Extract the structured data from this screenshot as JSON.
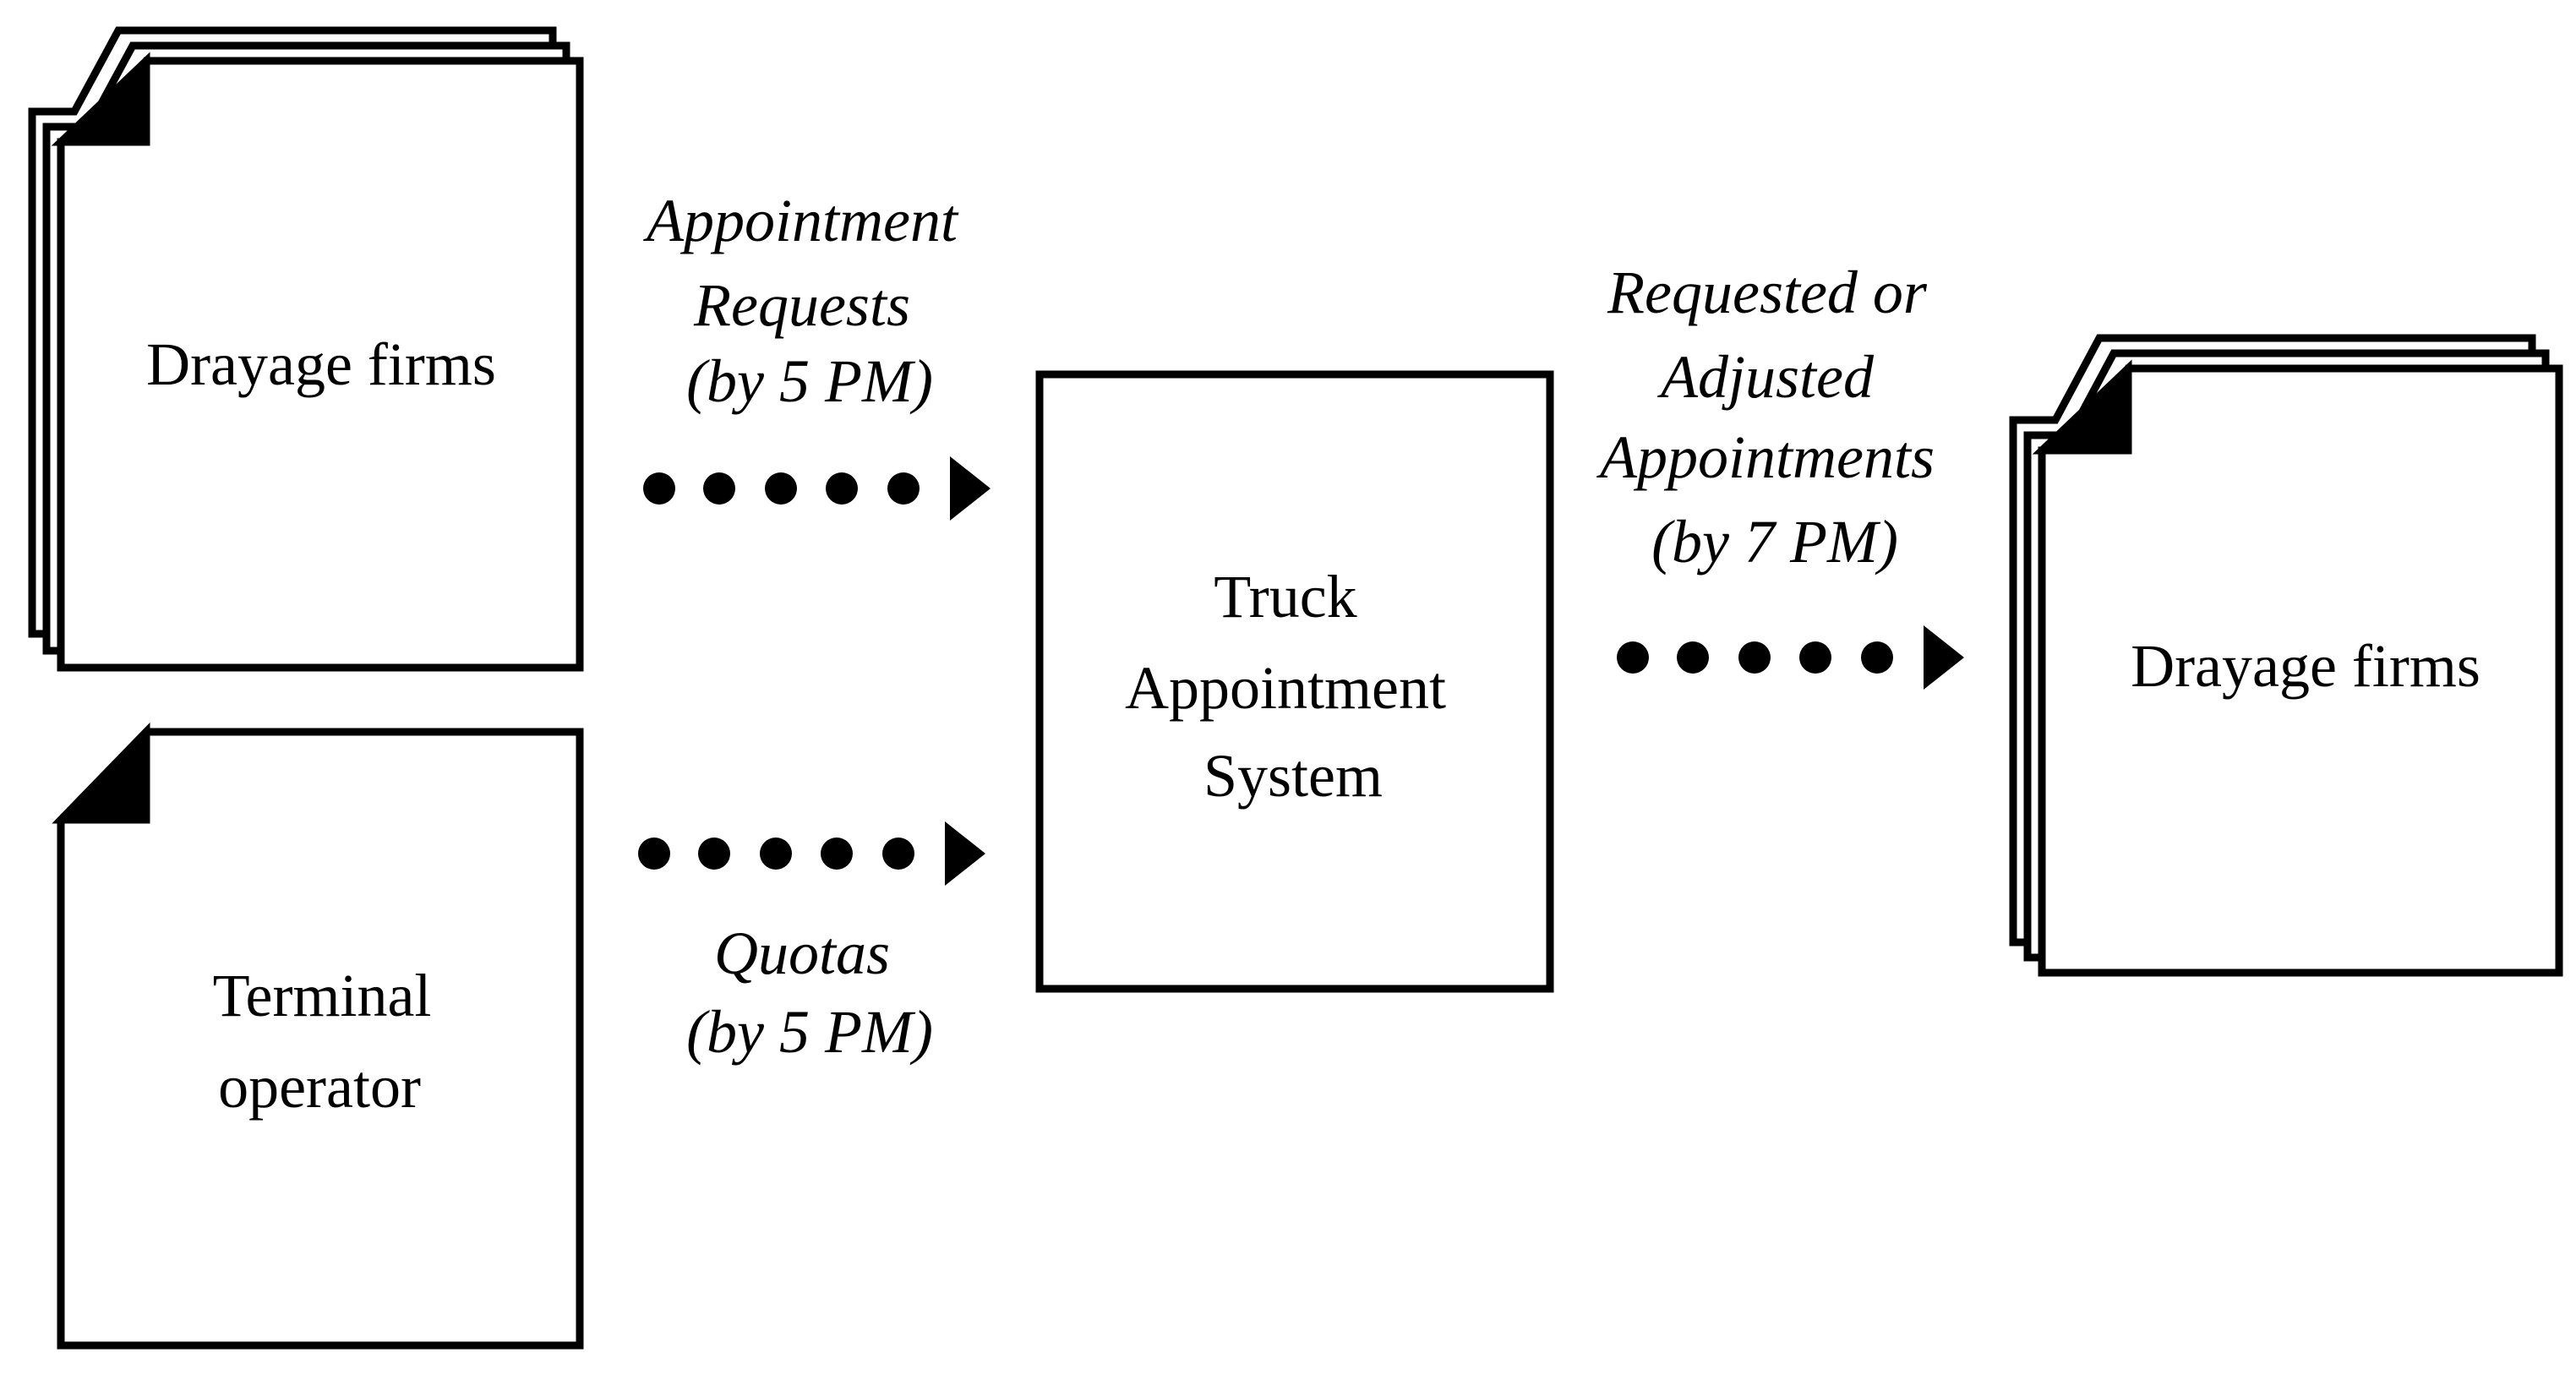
{
  "nodes": {
    "drayage_source": {
      "label": "Drayage firms"
    },
    "terminal_operator": {
      "lines": [
        "Terminal",
        "operator"
      ]
    },
    "tas": {
      "lines": [
        "Truck",
        "Appointment",
        "System"
      ]
    },
    "drayage_target": {
      "label": "Drayage firms"
    }
  },
  "flows": {
    "requests": {
      "lines": [
        "Appointment",
        "Requests",
        "(by 5 PM)"
      ]
    },
    "quotas": {
      "lines": [
        "Quotas",
        "(by 5 PM)"
      ]
    },
    "appointments": {
      "lines": [
        "Requested or",
        "Adjusted",
        "Appointments",
        "(by 7 PM)"
      ]
    }
  },
  "colors": {
    "stroke": "#000000",
    "fill": "#ffffff"
  }
}
